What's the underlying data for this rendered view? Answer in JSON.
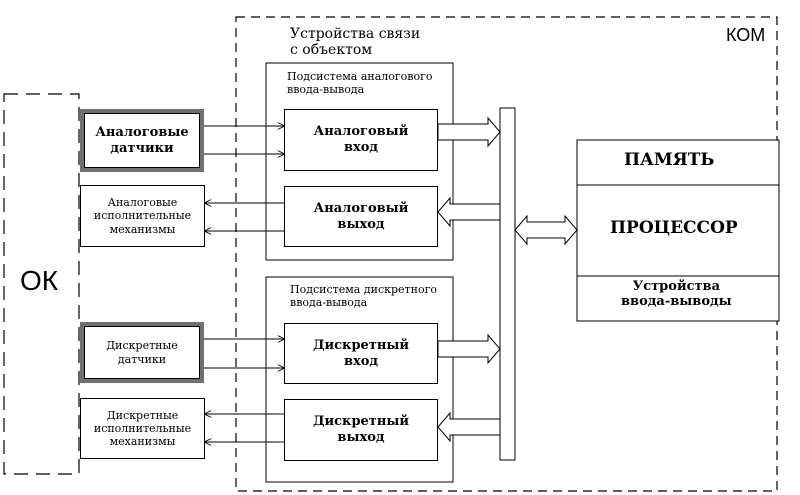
{
  "diagram": {
    "kom_label": "КОМ",
    "ok_label": "ОК",
    "uso_label": "Устройства связи\nс объектом",
    "analog_subsystem_label": "Подсистема аналогового\nввода-вывода",
    "discrete_subsystem_label": "Подсистема дискретного\nввода-вывода",
    "analog_sensors": "Аналоговые\nдатчики",
    "analog_actuators": "Аналоговые\nисполнительные\nмеханизмы",
    "discrete_sensors": "Дискретные\nдатчики",
    "discrete_actuators": "Дискретные\nисполнительные\nмеханизмы",
    "analog_input": "Аналоговый\nвход",
    "analog_output": "Аналоговый\nвыход",
    "discrete_input": "Дискретный\nвход",
    "discrete_output": "Дискретный\nвыход",
    "memory": "ПАМЯТЬ",
    "processor": "ПРОЦЕССОР",
    "io_devices": "Устройства\nввода-выводы"
  }
}
